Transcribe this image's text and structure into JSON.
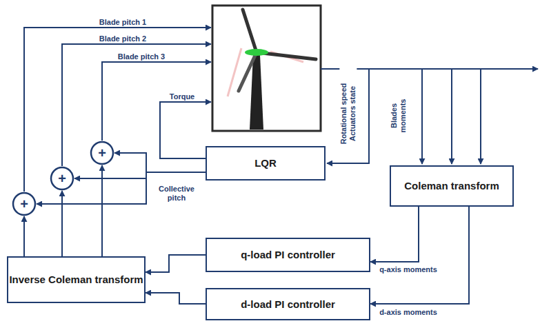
{
  "diagram": {
    "nodes": [
      {
        "text": [
          "+"
        ]
      },
      {
        "text": [
          "+"
        ]
      },
      {
        "text": [
          "+"
        ]
      },
      {
        "text": [
          "LQR"
        ]
      },
      {
        "text": [
          "Coleman transform"
        ]
      },
      {
        "text": [
          "q-load PI controller"
        ]
      },
      {
        "text": [
          "Inverse Coleman transform"
        ]
      },
      {
        "text": [
          "d-load PI controller"
        ]
      }
    ],
    "edges": [
      {
        "from": 3,
        "to": 0,
        "arrow": "to"
      },
      {
        "from": 3,
        "to": 1,
        "arrow": "to"
      },
      {
        "from": 3,
        "to": 2,
        "arrow": "to"
      },
      {
        "from": 6,
        "to": 0,
        "arrow": "to"
      },
      {
        "from": 6,
        "to": 1,
        "arrow": "to"
      },
      {
        "from": 6,
        "to": 2,
        "arrow": "to"
      },
      {
        "from": 4,
        "to": 5,
        "label": "q-axis moments",
        "arrow": "to"
      },
      {
        "from": 4,
        "to": 7,
        "label": "d-axis moments",
        "arrow": "to"
      },
      {
        "from": 5,
        "to": 6,
        "arrow": "to"
      },
      {
        "from": 7,
        "to": 6,
        "arrow": "to"
      }
    ],
    "labels": [
      "Blade pitch 1",
      "Blade pitch 2",
      "Blade pitch 3",
      "Torque",
      "Rotational speed Actuators state",
      "Blades moments",
      "Collective pitch"
    ]
  }
}
